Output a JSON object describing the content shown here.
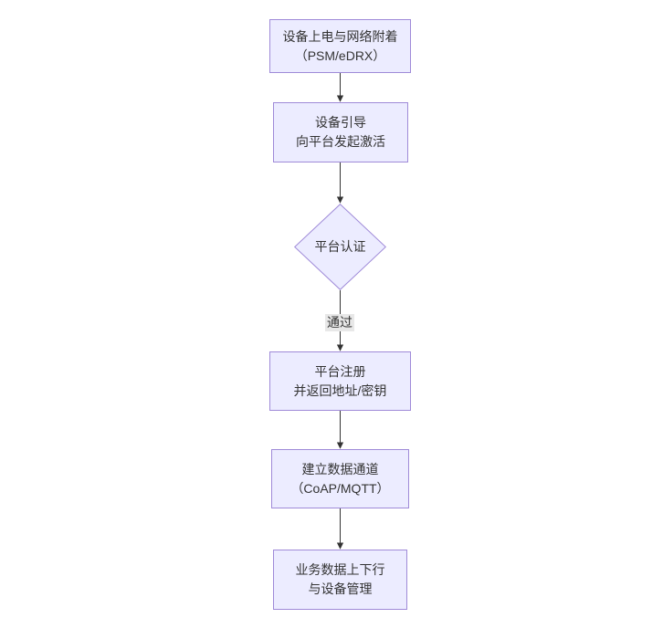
{
  "diagram": {
    "type": "flowchart",
    "direction": "top-down",
    "background": "#FFFFFF",
    "colors": {
      "node_fill": "#ECECFF",
      "node_border": "#9370DB",
      "edge": "#333333",
      "edge_label_bg": "#E8E8E8",
      "text": "#333333"
    },
    "nodes": [
      {
        "id": "power-attach",
        "shape": "rect",
        "lines": [
          "设备上电与网络附着",
          "（PSM/eDRX）"
        ]
      },
      {
        "id": "bootstrap",
        "shape": "rect",
        "lines": [
          "设备引导",
          "向平台发起激活"
        ]
      },
      {
        "id": "platform-auth",
        "shape": "diamond",
        "lines": [
          "平台认证"
        ]
      },
      {
        "id": "platform-register",
        "shape": "rect",
        "lines": [
          "平台注册",
          "并返回地址/密钥"
        ]
      },
      {
        "id": "data-channel",
        "shape": "rect",
        "lines": [
          "建立数据通道",
          "（CoAP/MQTT）"
        ]
      },
      {
        "id": "business-data",
        "shape": "rect",
        "lines": [
          "业务数据上下行",
          "与设备管理"
        ]
      }
    ],
    "edges": [
      {
        "from": "power-attach",
        "to": "bootstrap",
        "label": ""
      },
      {
        "from": "bootstrap",
        "to": "platform-auth",
        "label": ""
      },
      {
        "from": "platform-auth",
        "to": "platform-register",
        "label": "通过"
      },
      {
        "from": "platform-register",
        "to": "data-channel",
        "label": ""
      },
      {
        "from": "data-channel",
        "to": "business-data",
        "label": ""
      }
    ]
  }
}
